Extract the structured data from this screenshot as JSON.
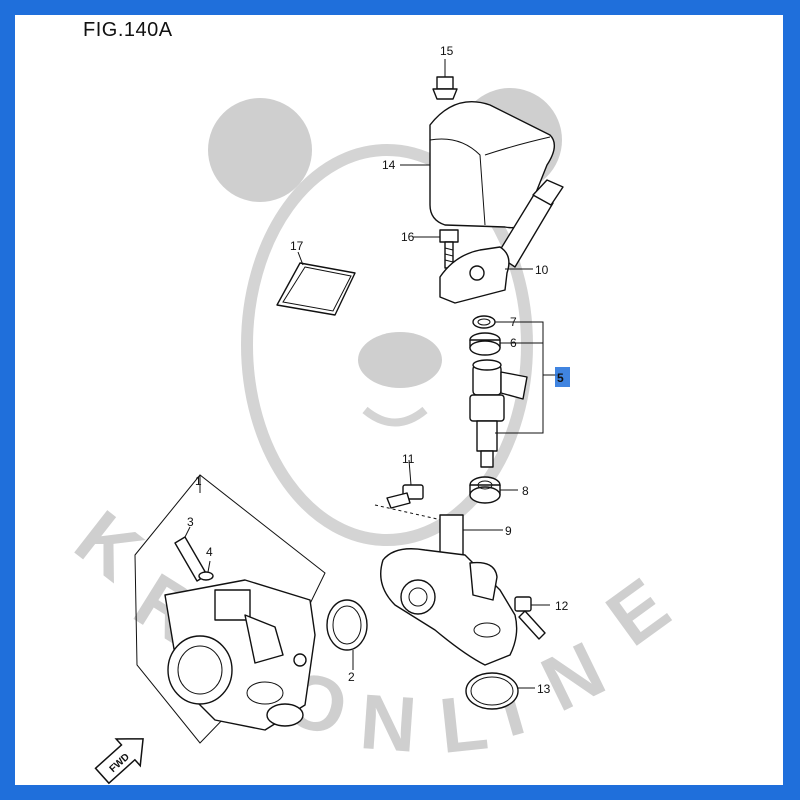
{
  "figure": {
    "title": "FIG.140A",
    "watermark_text": "KRP ONLINE",
    "watermark_glyphs": [
      "K",
      "R",
      "P",
      "O",
      "N",
      "L",
      "I",
      "N",
      "E"
    ],
    "fwd_label": "FWD"
  },
  "callouts": {
    "c1": "1",
    "c2": "2",
    "c3": "3",
    "c4": "4",
    "c5": "5",
    "c6": "6",
    "c7": "7",
    "c8": "8",
    "c9": "9",
    "c10": "10",
    "c11": "11",
    "c12": "12",
    "c13": "13",
    "c14": "14",
    "c15": "15",
    "c16": "16",
    "c17": "17"
  },
  "colors": {
    "frame_border": "#1f6fdb",
    "highlight": "#1f6fdb",
    "line": "#111111",
    "watermark": "#cfcfcf"
  }
}
